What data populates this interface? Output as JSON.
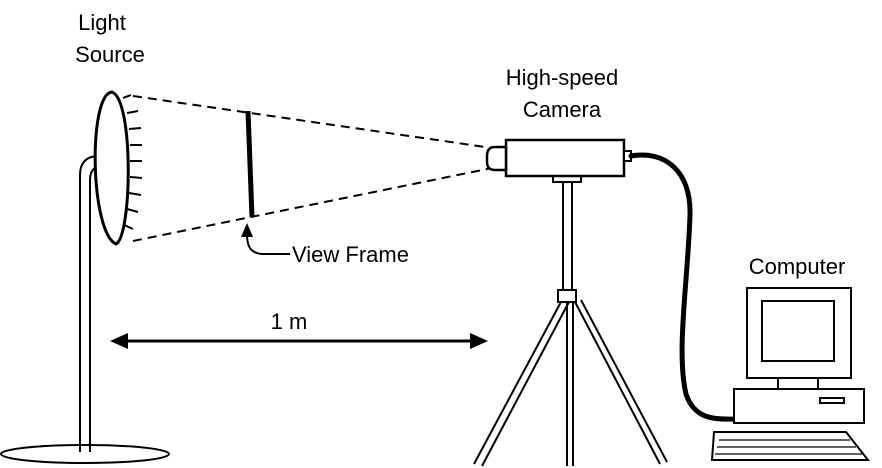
{
  "labels": {
    "light_source": [
      "Light",
      "Source"
    ],
    "camera": [
      "High-speed",
      "Camera"
    ],
    "view_frame": "View Frame",
    "computer": "Computer",
    "distance": "1 m"
  }
}
